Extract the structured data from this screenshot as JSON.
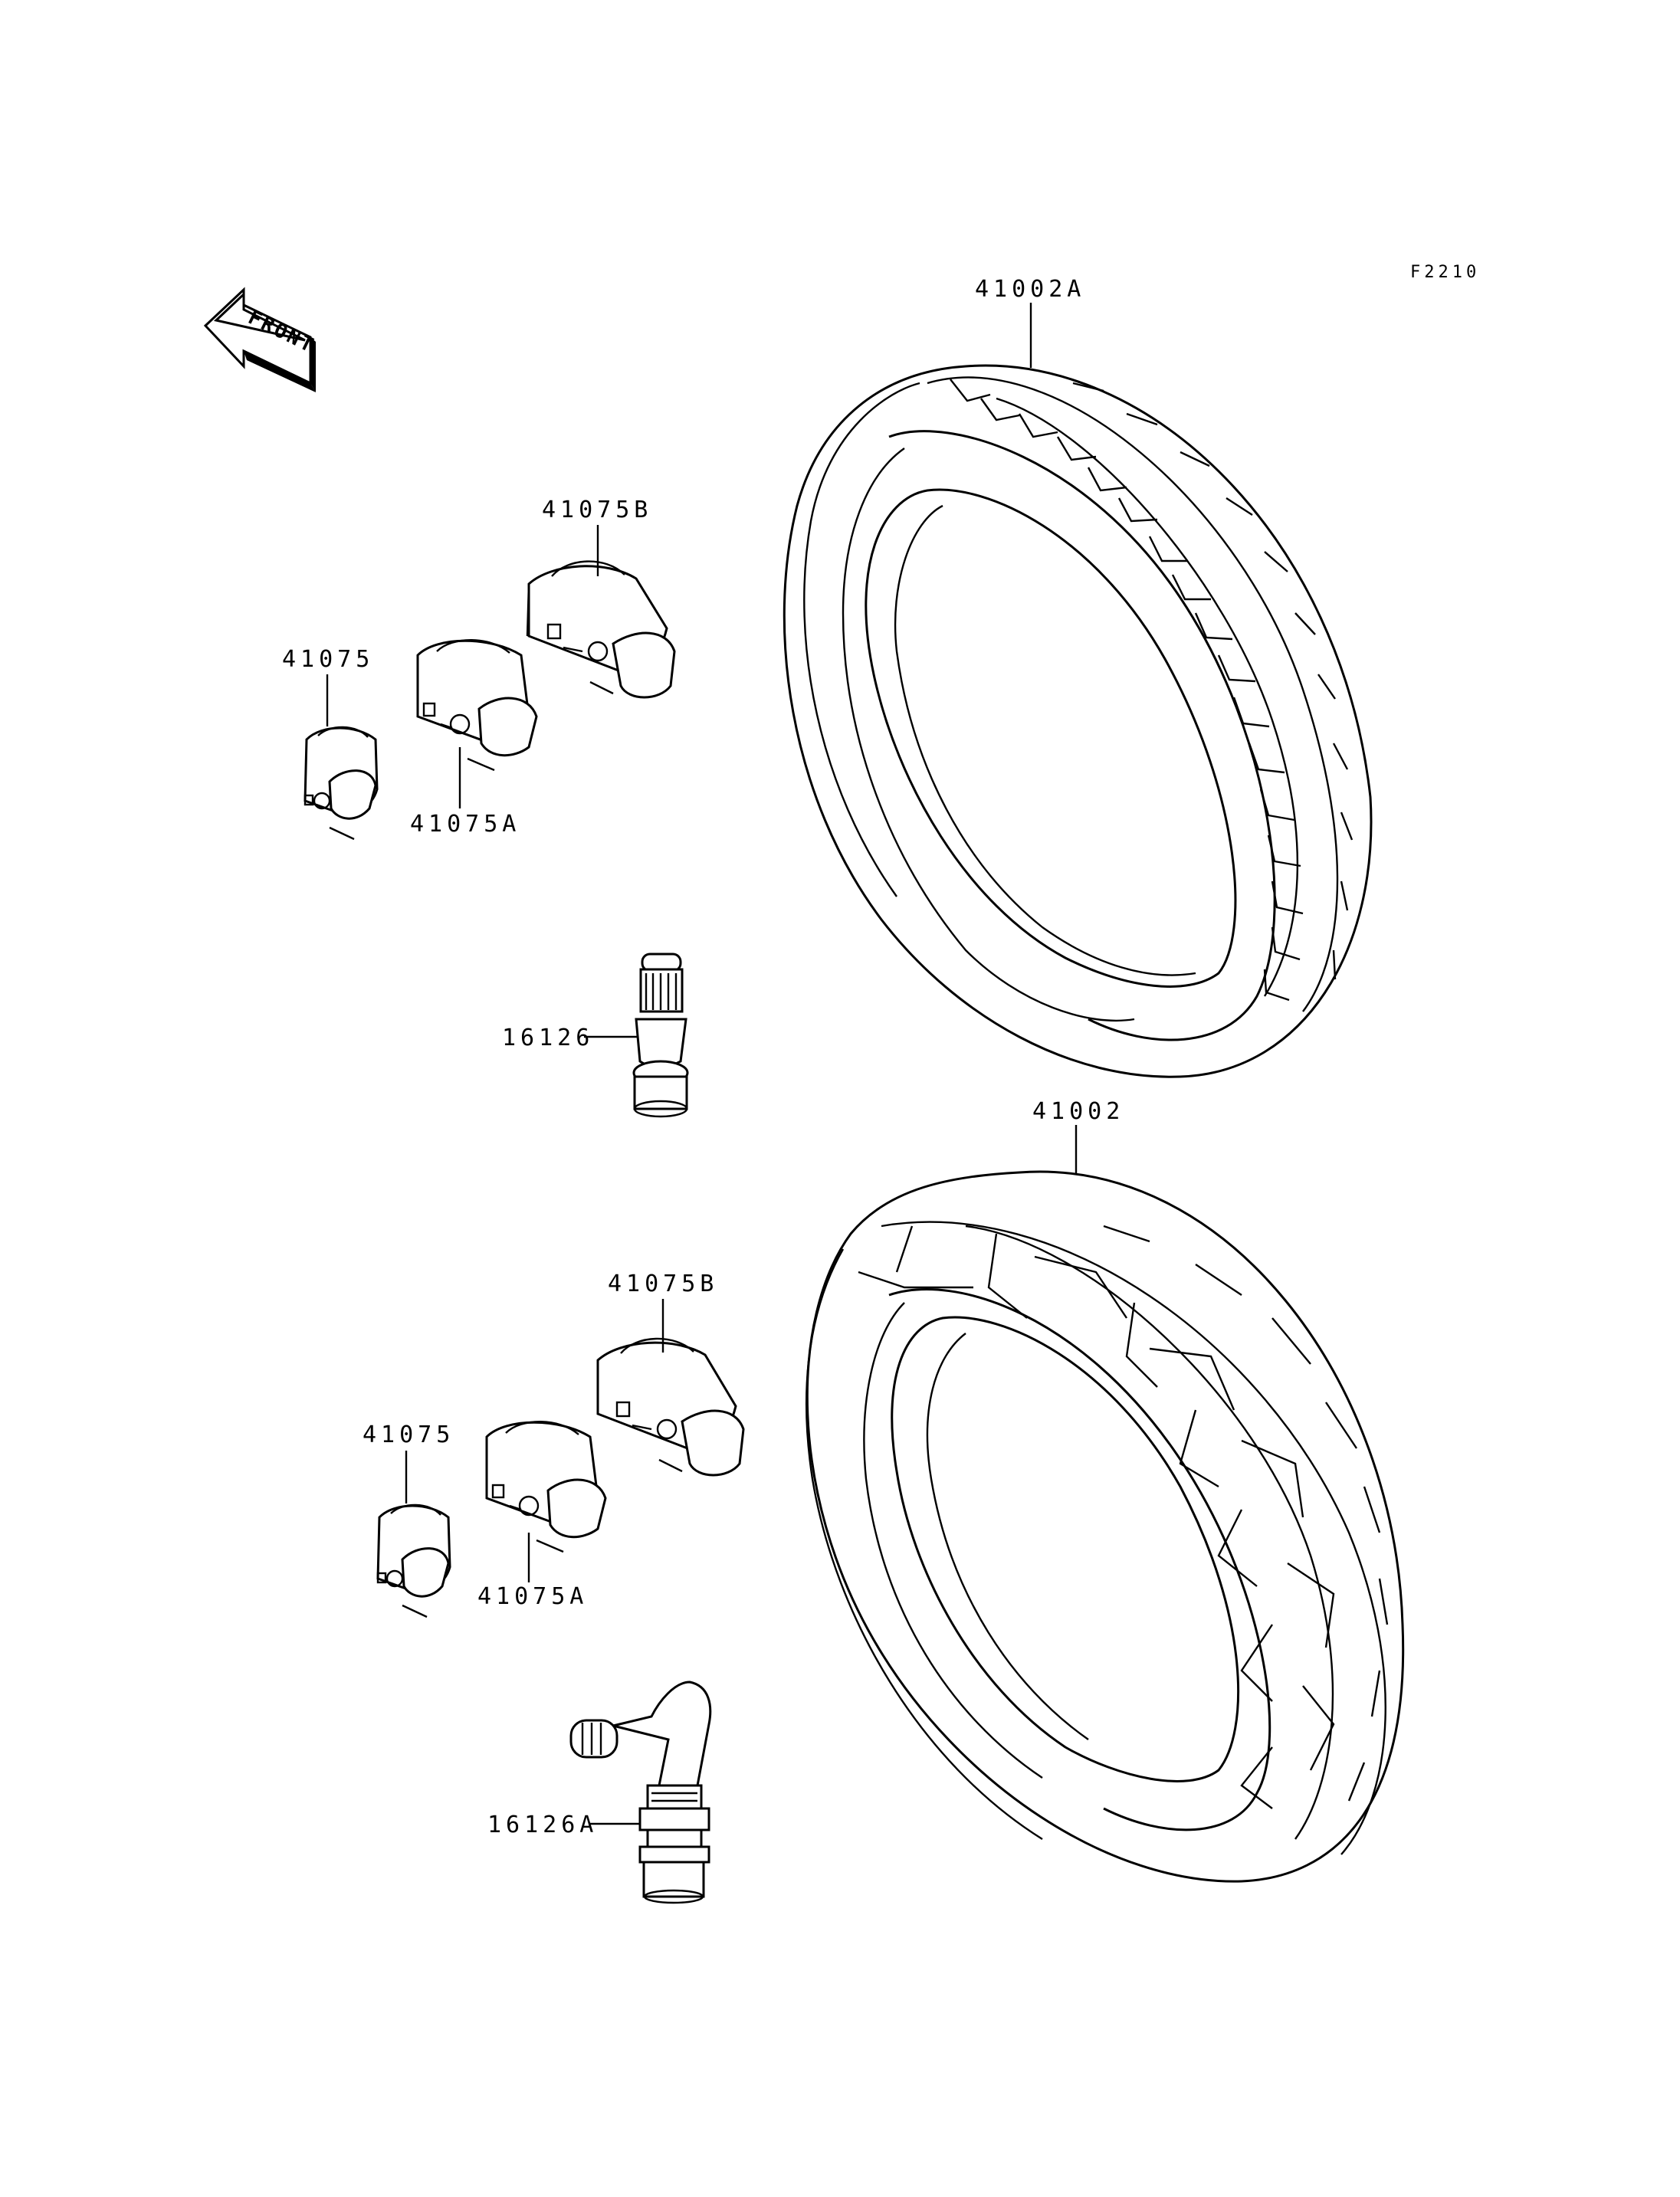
{
  "diagram_code": "F2210",
  "front_arrow_text": "FRONT",
  "callouts": {
    "front_tire": "41002A",
    "rear_tire": "41002",
    "front_weight_b": "41075B",
    "front_weight": "41075",
    "front_weight_a": "41075A",
    "front_valve": "16126",
    "rear_weight_b": "41075B",
    "rear_weight": "41075",
    "rear_weight_a": "41075A",
    "rear_valve": "16126A"
  },
  "colors": {
    "ink": "#000000",
    "paper": "#ffffff"
  }
}
